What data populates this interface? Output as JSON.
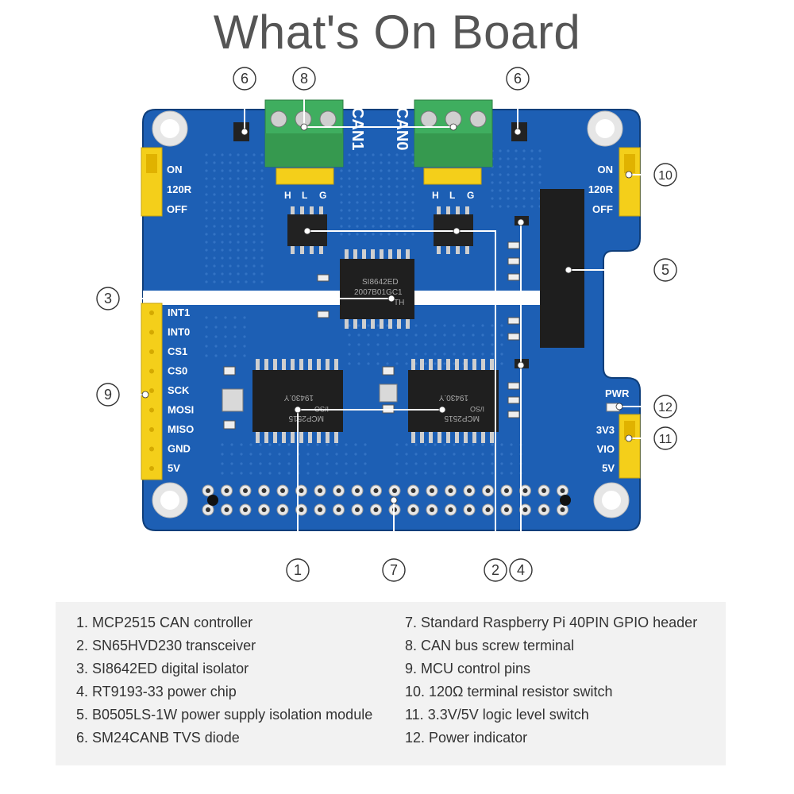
{
  "title": "What's On Board",
  "board": {
    "jumper_left": {
      "on": "ON",
      "r": "120R",
      "off": "OFF"
    },
    "jumper_right": {
      "on": "ON",
      "r": "120R",
      "off": "OFF"
    },
    "can1": "CAN1",
    "can0": "CAN0",
    "hlg_left": [
      "H",
      "L",
      "G"
    ],
    "hlg_right": [
      "H",
      "L",
      "G"
    ],
    "pins": [
      "INT1",
      "INT0",
      "CS1",
      "CS0",
      "SCK",
      "MOSI",
      "MISO",
      "GND",
      "5V"
    ],
    "isolator_chip": [
      "SI8642ED",
      "2007B01GC1",
      "TH"
    ],
    "mcp_left": [
      "19430.Y",
      "MCP2515",
      "I/SO"
    ],
    "mcp_right": [
      "19430.Y",
      "MCP2515",
      "I/SO"
    ],
    "pwr": "PWR",
    "level": {
      "v33": "3V3",
      "vio": "VIO",
      "v5": "5V"
    }
  },
  "callouts": {
    "c1": "1",
    "c2": "2",
    "c3": "3",
    "c4": "4",
    "c5": "5",
    "c6a": "6",
    "c6b": "6",
    "c7": "7",
    "c8": "8",
    "c9": "9",
    "c10": "10",
    "c11": "11",
    "c12": "12"
  },
  "legend": {
    "left": [
      "1. MCP2515 CAN controller",
      "2. SN65HVD230 transceiver",
      "3. SI8642ED digital isolator",
      "4. RT9193-33 power chip",
      "5. B0505LS-1W power supply isolation module",
      "6. SM24CANB TVS diode"
    ],
    "right": [
      "7. Standard Raspberry Pi 40PIN GPIO header",
      "8. CAN bus screw terminal",
      "9. MCU control pins",
      "10. 120Ω terminal resistor switch",
      "11. 3.3V/5V logic level switch",
      "12. Power indicator"
    ]
  },
  "colors": {
    "pcb": "#1d5fb4",
    "pcb_dark": "#164b93",
    "terminal": "#3fae5f",
    "jumper": "#f4cf1a",
    "chip": "#222222",
    "callout": "#333333"
  }
}
